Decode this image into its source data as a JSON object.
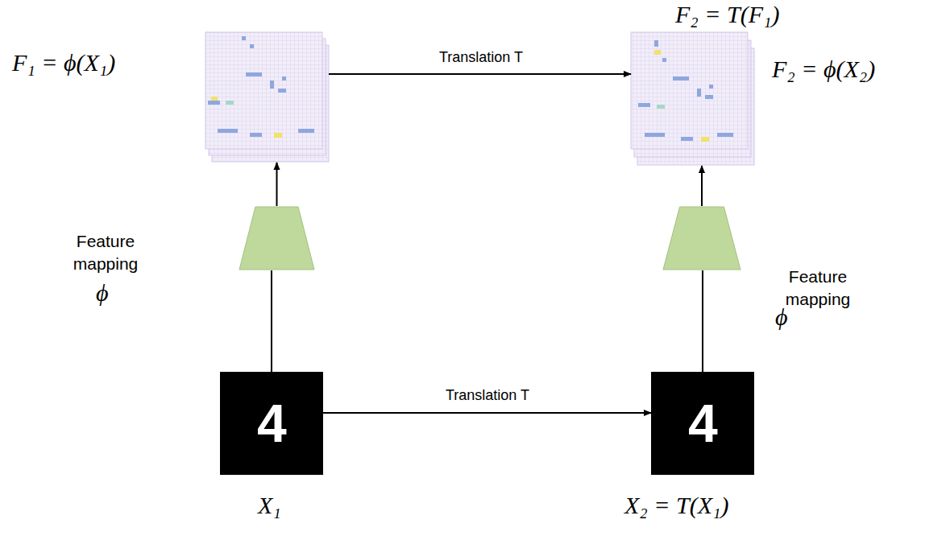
{
  "diagram": {
    "nodes": [
      {
        "text": [
          "F₁ = ϕ(X₁)"
        ]
      },
      {
        "text": [
          "F₂ = T(F₁)",
          "F₂ = ϕ(X₂)"
        ]
      },
      {
        "text": [
          "Feature mapping",
          "ϕ"
        ]
      },
      {
        "text": [
          "Feature mapping",
          "ϕ"
        ]
      },
      {
        "text": [
          "4",
          "X₁"
        ]
      },
      {
        "text": [
          "4",
          "X₂ = T(X₁)"
        ]
      }
    ],
    "edges": [
      {
        "from": 0,
        "to": 1,
        "arrow": "to",
        "label": "Translation T"
      },
      {
        "from": 4,
        "to": 5,
        "arrow": "to",
        "label": "Translation T"
      },
      {
        "from": 4,
        "to": 2,
        "arrow": "none"
      },
      {
        "from": 2,
        "to": 0,
        "arrow": "to"
      },
      {
        "from": 5,
        "to": 3,
        "arrow": "none"
      },
      {
        "from": 3,
        "to": 1,
        "arrow": "to"
      }
    ]
  }
}
